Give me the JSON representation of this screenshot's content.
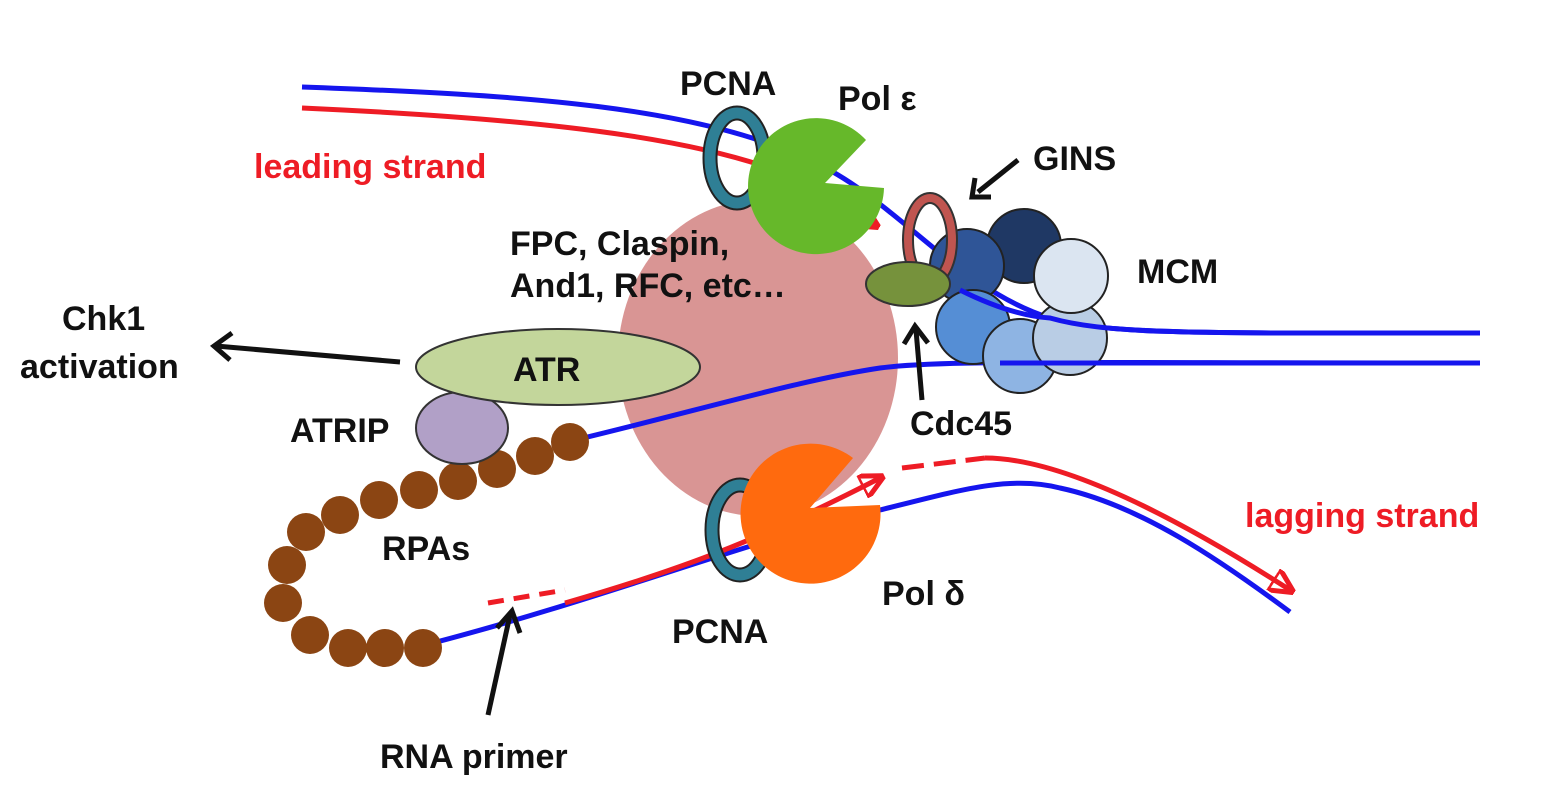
{
  "labels": {
    "pcna_top": "PCNA",
    "pol_epsilon": "Pol ε",
    "leading_strand": "leading strand",
    "gins": "GINS",
    "complex_line1": "FPC, Claspin,",
    "complex_line2": "And1, RFC, etc…",
    "mcm": "MCM",
    "chk1_line1": "Chk1",
    "chk1_line2": "activation",
    "atr": "ATR",
    "atrip": "ATRIP",
    "cdc45": "Cdc45",
    "lagging_strand": "lagging strand",
    "rpas": "RPAs",
    "pol_delta": "Pol δ",
    "pcna_bottom": "PCNA",
    "rna_primer": "RNA primer"
  },
  "colors": {
    "template_dna": "#1515ee",
    "nascent_dna": "#ee1c25",
    "pcna": "#2f7f95",
    "pol_epsilon": "#66b82a",
    "pol_delta": "#ff6a0e",
    "gins": "#c05550",
    "cdc45": "#76923c",
    "atr": "#c3d69b",
    "atrip": "#b1a0c7",
    "rpa": "#8b4513",
    "complex": "#d99594",
    "mcm_dark": "#1f3864",
    "mcm_mid": "#2f5597",
    "mcm_light": "#dbe5f1",
    "mcm_blue": "#558ed5",
    "mcm_pale": "#b9cde5",
    "mcm_sky": "#8eb4e3"
  }
}
